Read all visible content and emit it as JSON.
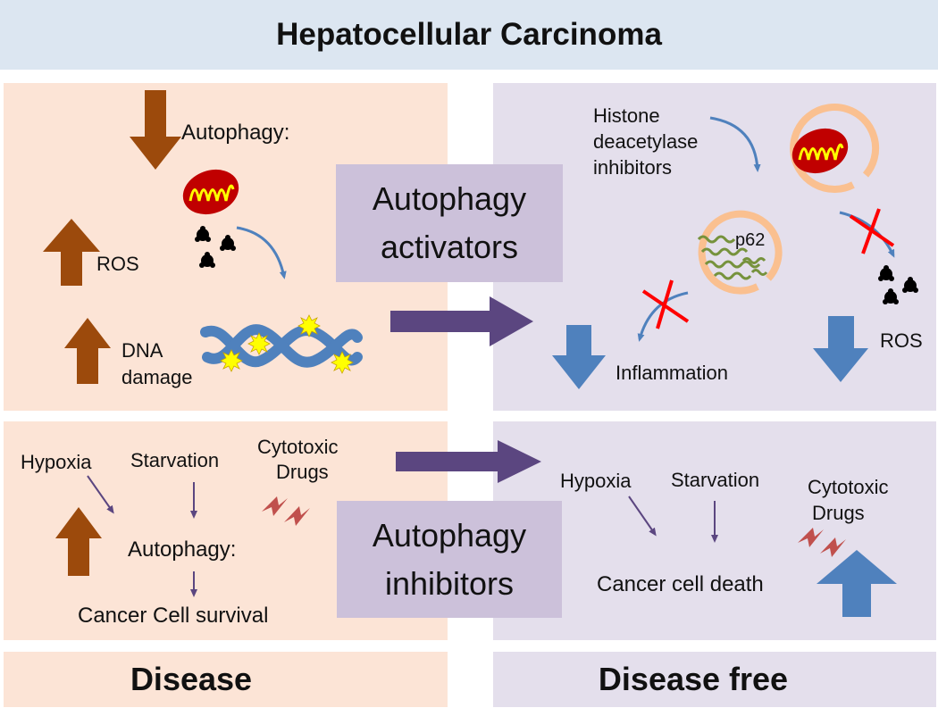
{
  "title": "Hepatocellular Carcinoma",
  "colors": {
    "title_bg": "#dce6f1",
    "disease_bg": "#fce4d6",
    "free_bg": "#e4dfec",
    "middle_box": "#ccc1da",
    "brown_arrow": "#9c4a0c",
    "blue_arrow": "#4f81bd",
    "purple_arrow": "#5b4680",
    "mitochondria": "#c00000",
    "cristae": "#ffff00",
    "dna": "#4f81bd",
    "autophagosome": "#fac090",
    "p62": "#76923c",
    "block_x": "#ff0000"
  },
  "activators": {
    "label_line1": "Autophagy",
    "label_line2": "activators",
    "disease": {
      "autophagy_label": "Autophagy:",
      "ros_label": "ROS",
      "dna_label_line1": "DNA",
      "dna_label_line2": "damage"
    },
    "free": {
      "hdac_line1": "Histone",
      "hdac_line2": "deacetylase",
      "hdac_line3": "inhibitors",
      "p62_label": "p62",
      "inflammation_label": "Inflammation",
      "ros_label": "ROS"
    }
  },
  "inhibitors": {
    "label_line1": "Autophagy",
    "label_line2": "inhibitors",
    "disease": {
      "hypoxia_label": "Hypoxia",
      "starvation_label": "Starvation",
      "drugs_line1": "Cytotoxic",
      "drugs_line2": "Drugs",
      "autophagy_label": "Autophagy:",
      "survival_label": "Cancer Cell survival"
    },
    "free": {
      "hypoxia_label": "Hypoxia",
      "starvation_label": "Starvation",
      "drugs_line1": "Cytotoxic",
      "drugs_line2": "Drugs",
      "death_label": "Cancer cell death"
    }
  },
  "footer": {
    "disease_label": "Disease",
    "free_label": "Disease free"
  },
  "icons": [
    "arrow-down-icon",
    "arrow-up-icon",
    "mitochondrion-icon",
    "ros-particle-icon",
    "dna-helix-icon",
    "damage-star-icon",
    "autophagosome-icon",
    "p62-aggregate-icon",
    "block-cross-icon",
    "lightning-icon",
    "arrow-right-icon"
  ]
}
